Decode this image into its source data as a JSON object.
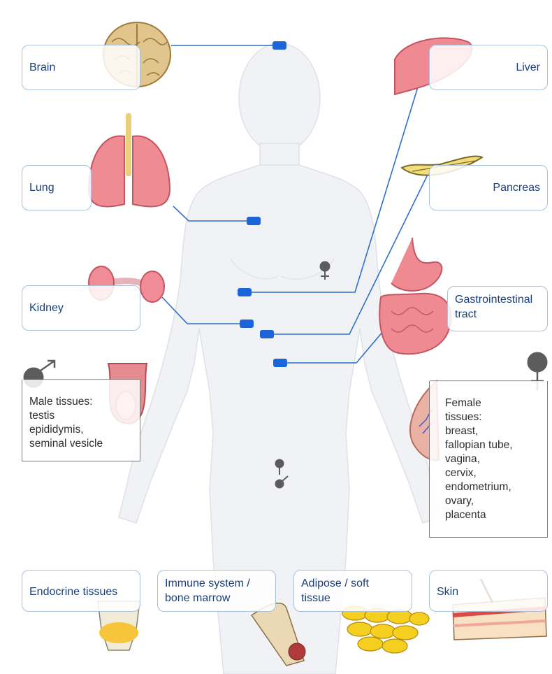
{
  "organs": {
    "brain": "Brain",
    "lung": "Lung",
    "kidney": "Kidney",
    "liver": "Liver",
    "pancreas": "Pancreas",
    "gi_line1": "Gastrointestinal",
    "gi_line2": "tract"
  },
  "male": {
    "line1": "Male tissues:",
    "line2": "testis",
    "line3": "epididymis,",
    "line4": "seminal vesicle"
  },
  "female": {
    "lines": [
      "Female",
      "tissues:",
      "breast,",
      "fallopian tube,",
      "vagina,",
      "cervix,",
      "endometrium,",
      "ovary,",
      "placenta"
    ]
  },
  "bottom": {
    "endocrine": "Endocrine tissues",
    "immune_line1": "Immune system /",
    "immune_line2": "bone marrow",
    "adipose_line1": "Adipose / soft",
    "adipose_line2": "tissue",
    "skin": "Skin"
  },
  "colors": {
    "box_border": "#a9c0dc",
    "label_text": "#1a3f7a",
    "connector": "#2f6fc9",
    "marker": "#1c64d8",
    "body_fill": "#f2f3f7",
    "sex_symbol": "#5c5c5c"
  }
}
